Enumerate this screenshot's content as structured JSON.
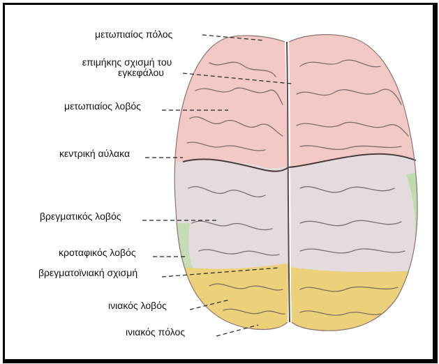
{
  "labels": {
    "frontal_pole": "μετωπιαίος πόλος",
    "longitudinal_fissure_line1": "επιμήκης σχισμή του",
    "longitudinal_fissure_line2": "εγκεφάλου",
    "frontal_lobe": "μετωπιαίος λοβός",
    "central_sulcus": "κεντρική αύλακα",
    "parietal_lobe": "βρεγματικός λοβός",
    "temporal_lobe": "κροταφικός λοβός",
    "parietooccipital_fissure": "βρεγματοϊνιακή σχισμή",
    "occipital_lobe": "ινιακός λοβός",
    "occipital_pole": "ινιακός πόλος"
  },
  "colors": {
    "frontal": "#f2c9c4",
    "parietal": "#e4dcdc",
    "temporal": "#bfdcae",
    "occipital": "#ecd07a",
    "sulcus": "#5a4a4a"
  }
}
